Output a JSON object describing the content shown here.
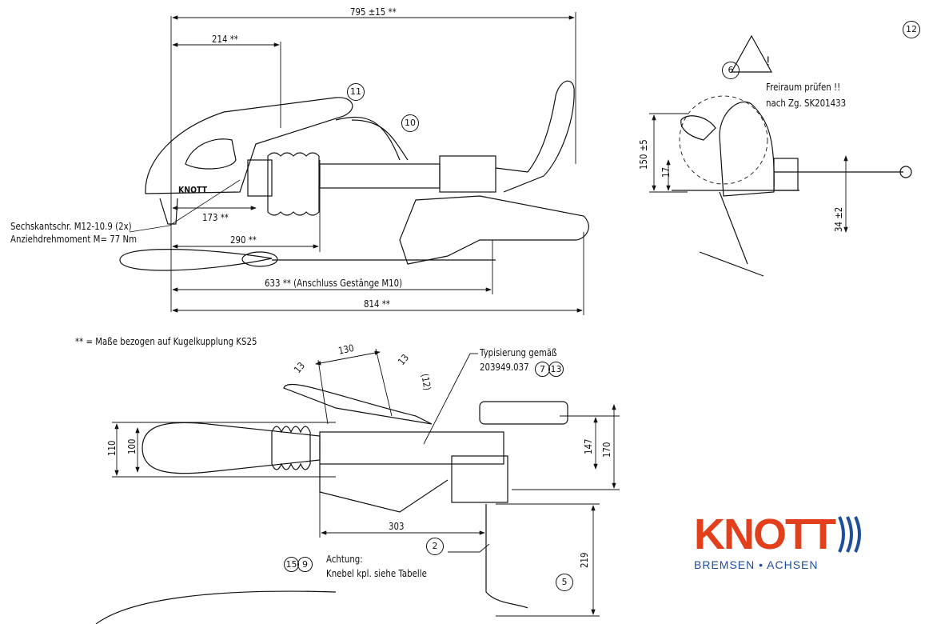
{
  "dimensions": {
    "overall_length": "795 ±15 **",
    "d214": "214 **",
    "d173": "173 **",
    "d290": "290 **",
    "d633": "633 ** (Anschluss Gestänge M10)",
    "d814": "814 **",
    "d150": "150 ±5",
    "d17": "17",
    "d34": "34 ±2",
    "d130": "130",
    "d13a": "13",
    "d13b": "13",
    "d12": "(12)",
    "d110": "110",
    "d100": "100",
    "d147": "147",
    "d170": "170",
    "d303": "303",
    "d219": "219"
  },
  "notes": {
    "bolt_line1": "Sechskantschr. M12-10.9 (2x)",
    "bolt_line2": "Anziehdrehmoment M= 77 Nm",
    "footnote": "** = Maße bezogen auf Kugelkupplung KS25",
    "clearance_line1": "Freiraum prüfen !!",
    "clearance_line2": "nach Zg. SK201433",
    "warning_symbol": "!",
    "typing_line1": "Typisierung gemäß",
    "typing_line2": "203949.037",
    "attention_line1": "Achtung:",
    "attention_line2": "Knebel kpl. siehe Tabelle",
    "embossed_brand": "KNOTT"
  },
  "callouts": {
    "c2": "2",
    "c5": "5",
    "c6": "6",
    "c7": "7",
    "c9": "9",
    "c10": "10",
    "c11": "11",
    "c12": "12",
    "c13": "13",
    "c15": "15"
  },
  "logo": {
    "word": "KNOTT",
    "subtitle": "BREMSEN • ACHSEN",
    "word_color": "#e2401c",
    "accent_color": "#1d4e9e"
  }
}
